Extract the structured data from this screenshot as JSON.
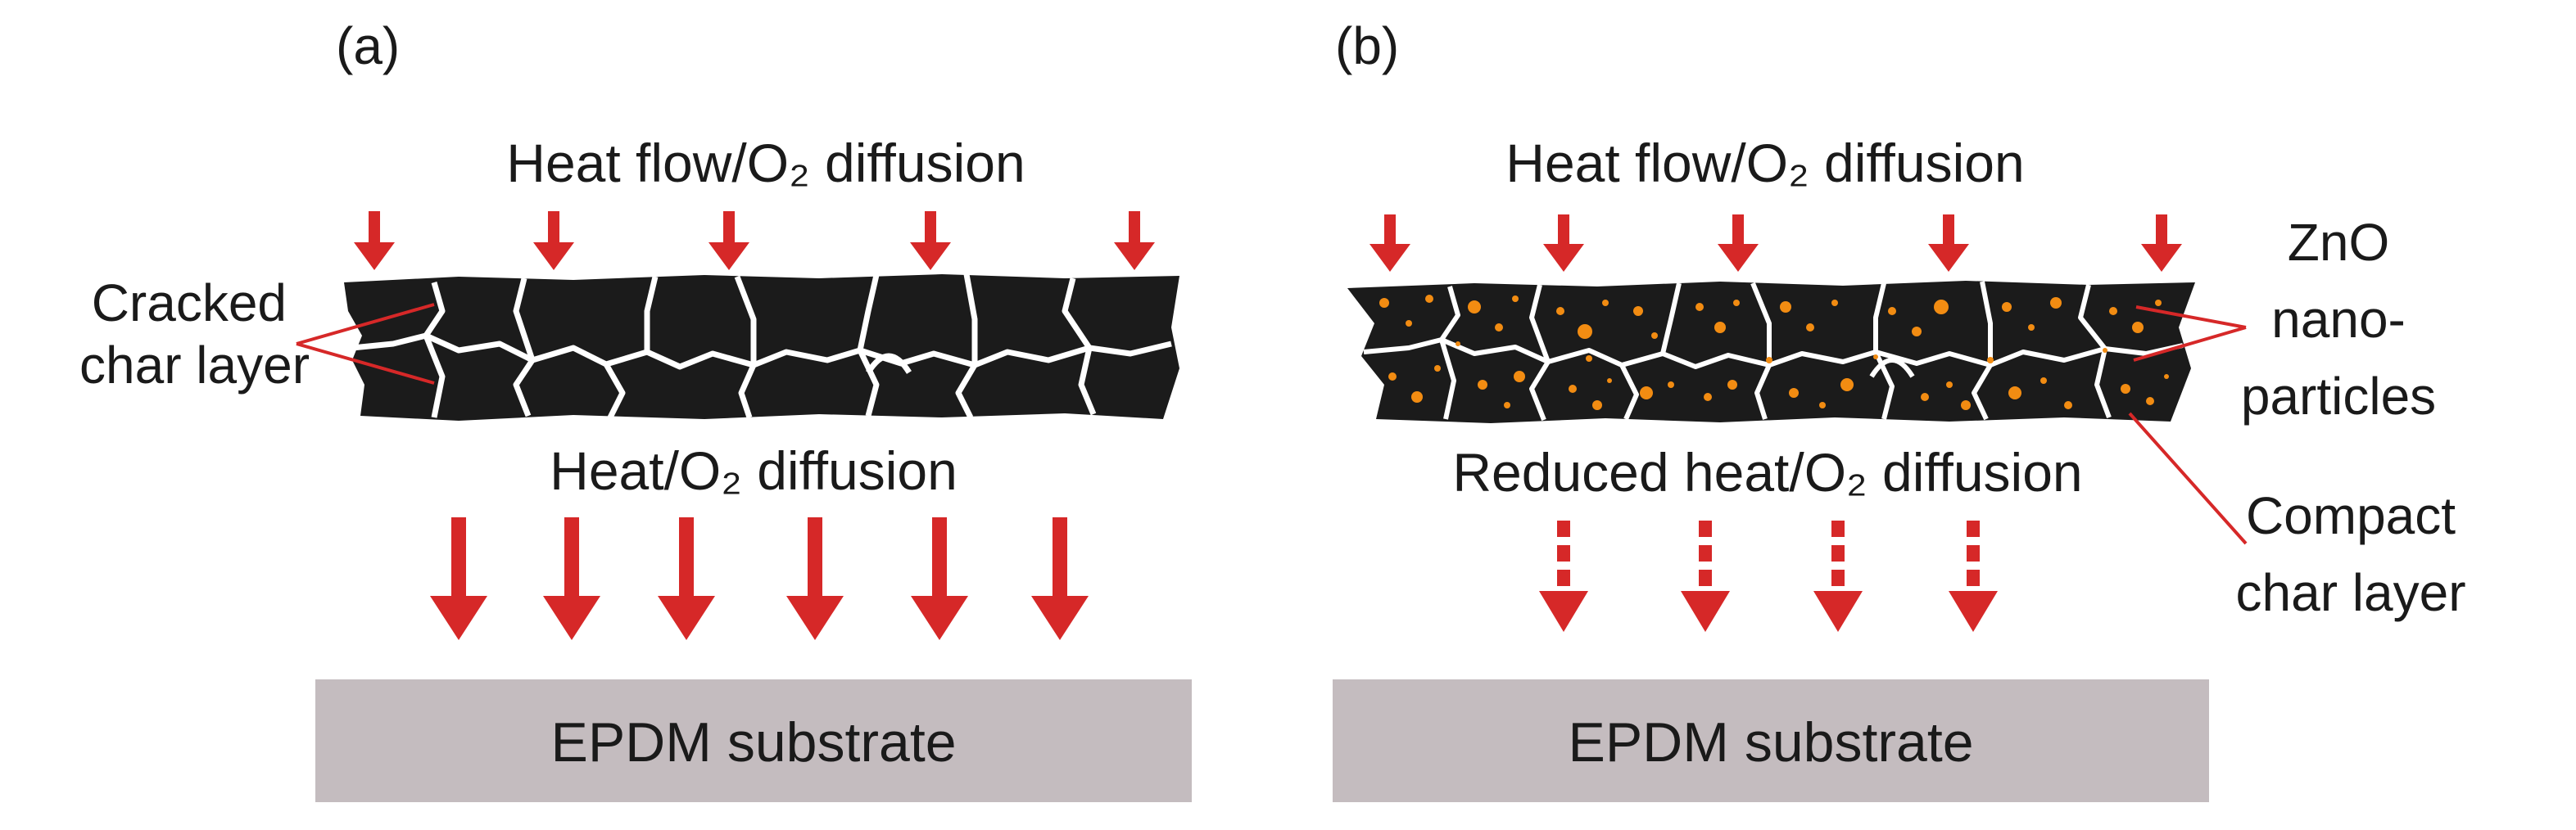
{
  "panel_a": {
    "label": "(a)",
    "top_text": "Heat flow/O₂ diffusion",
    "side_label": [
      "Cracked",
      "char layer"
    ],
    "bottom_text": "Heat/O₂ diffusion",
    "substrate": "EPDM substrate"
  },
  "panel_b": {
    "label": "(b)",
    "top_text": "Heat flow/O₂ diffusion",
    "right_label_top": [
      "ZnO",
      "nano-",
      "particles"
    ],
    "right_label_bottom": [
      "Compact",
      "char layer"
    ],
    "bottom_text": "Reduced heat/O₂ diffusion",
    "substrate": "EPDM substrate"
  },
  "colors": {
    "arrow": "#d62828",
    "char": "#1b1b1b",
    "crack": "#ffffff",
    "particle": "#f28c12",
    "substrate": "#c4bcbf",
    "callout_line": "#d62828"
  }
}
